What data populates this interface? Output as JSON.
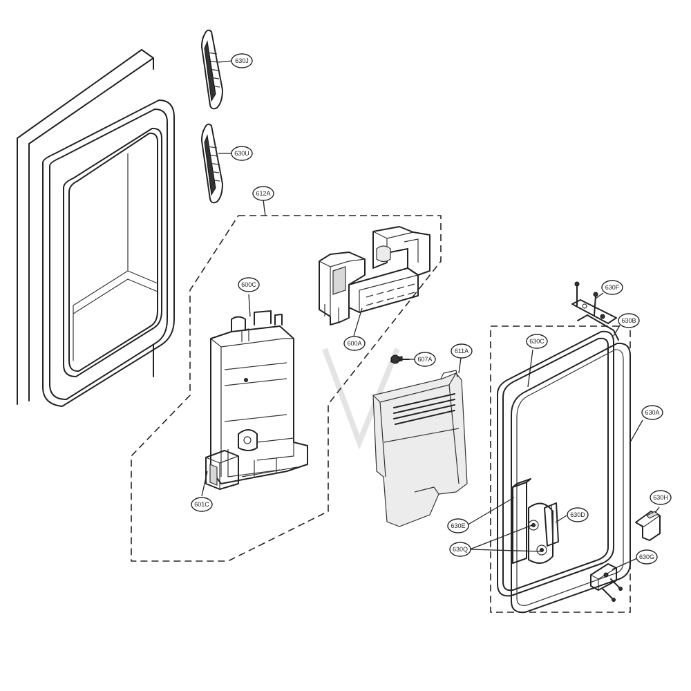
{
  "callouts": [
    {
      "id": "630J",
      "label": "630J"
    },
    {
      "id": "630U",
      "label": "630U"
    },
    {
      "id": "612A",
      "label": "612A"
    },
    {
      "id": "600C",
      "label": "600C"
    },
    {
      "id": "600A",
      "label": "600A"
    },
    {
      "id": "607A",
      "label": "607A"
    },
    {
      "id": "611A",
      "label": "611A"
    },
    {
      "id": "601C",
      "label": "601C"
    },
    {
      "id": "630F",
      "label": "630F"
    },
    {
      "id": "630B",
      "label": "630B"
    },
    {
      "id": "630C",
      "label": "630C"
    },
    {
      "id": "630A",
      "label": "630A"
    },
    {
      "id": "630H",
      "label": "630H"
    },
    {
      "id": "630D",
      "label": "630D"
    },
    {
      "id": "630E",
      "label": "630E"
    },
    {
      "id": "630Q",
      "label": "630Q"
    },
    {
      "id": "630G",
      "label": "630G"
    }
  ]
}
